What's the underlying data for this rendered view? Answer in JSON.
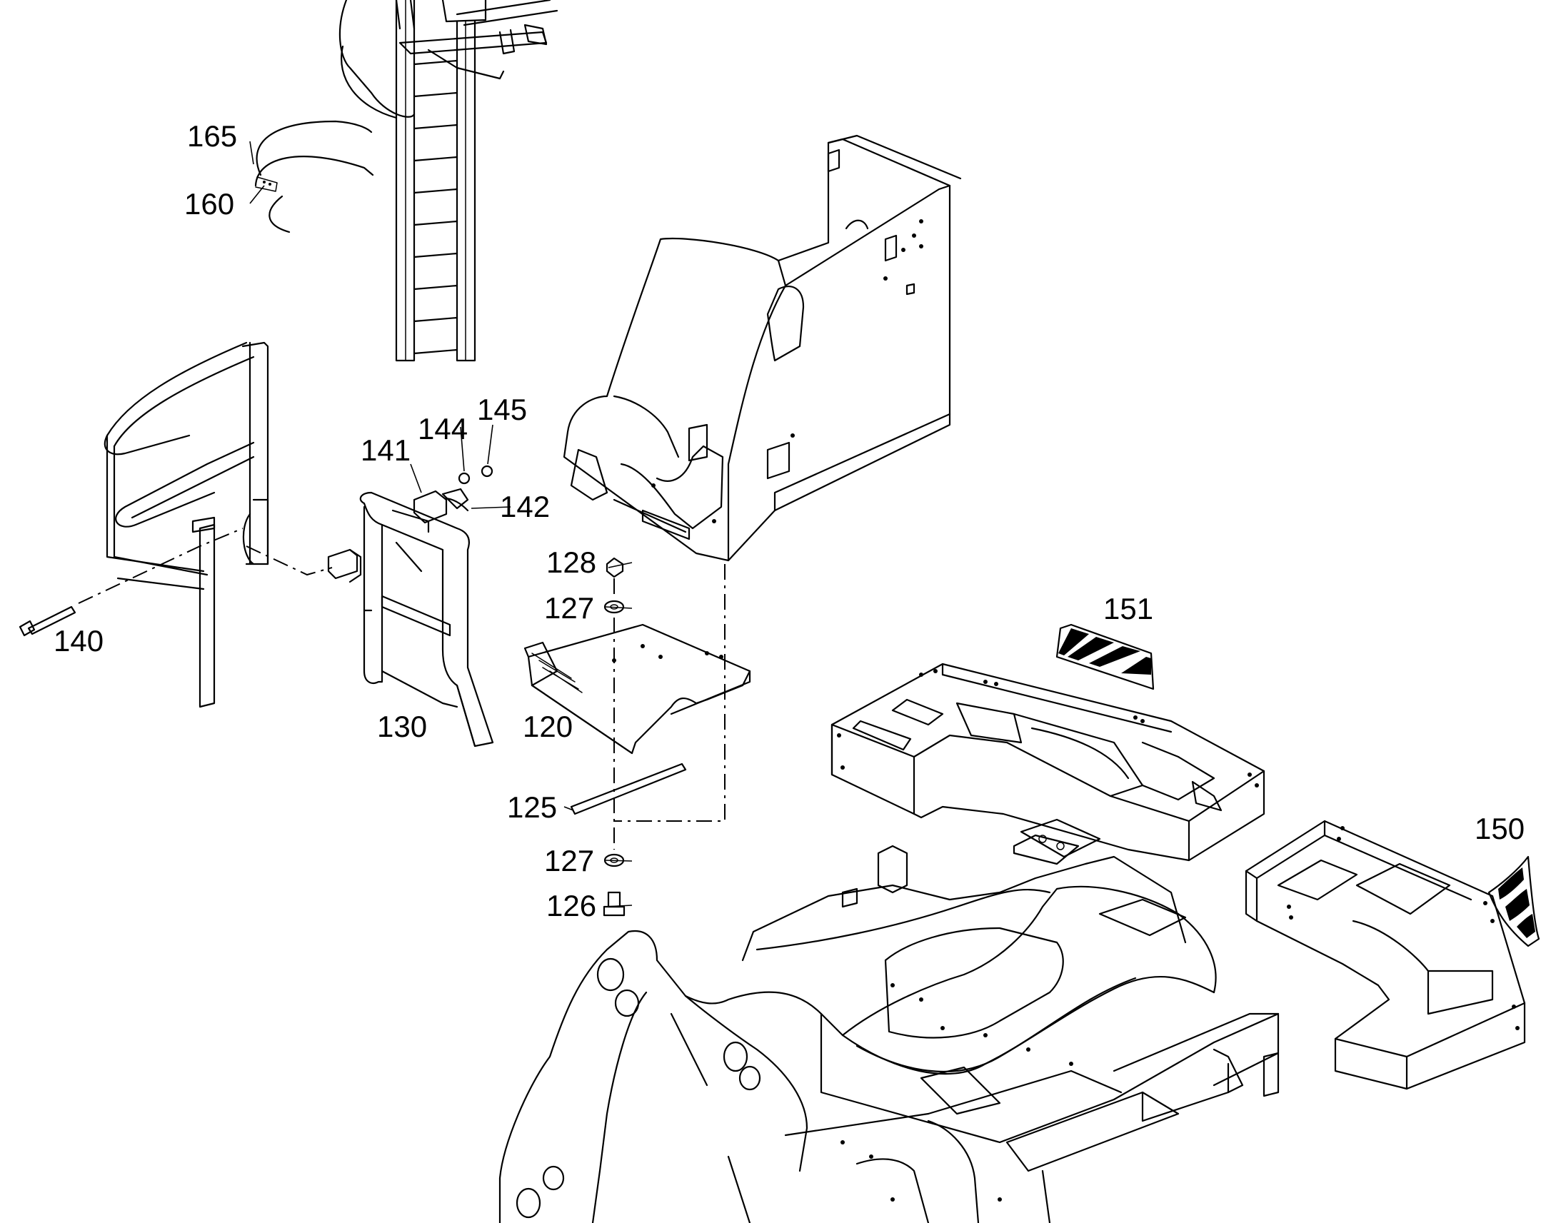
{
  "callouts": [
    {
      "id": "c165",
      "text": "165"
    },
    {
      "id": "c160",
      "text": "160"
    },
    {
      "id": "c145",
      "text": "145"
    },
    {
      "id": "c144",
      "text": "144"
    },
    {
      "id": "c141",
      "text": "141"
    },
    {
      "id": "c142",
      "text": "142"
    },
    {
      "id": "c140",
      "text": "140"
    },
    {
      "id": "c128",
      "text": "128"
    },
    {
      "id": "c127a",
      "text": "127"
    },
    {
      "id": "c151",
      "text": "151"
    },
    {
      "id": "c130",
      "text": "130"
    },
    {
      "id": "c120",
      "text": "120"
    },
    {
      "id": "c125",
      "text": "125"
    },
    {
      "id": "c150",
      "text": "150"
    },
    {
      "id": "c127b",
      "text": "127"
    },
    {
      "id": "c126",
      "text": "126"
    }
  ],
  "parts": [
    {
      "name": "ladder",
      "icon": "ladder-icon"
    },
    {
      "name": "cab-mount-seat",
      "icon": "cab-mount-icon"
    },
    {
      "name": "handrail",
      "icon": "handrail-icon"
    },
    {
      "name": "guard-frame",
      "icon": "guard-frame-icon"
    },
    {
      "name": "mounting-plate",
      "icon": "plate-icon"
    },
    {
      "name": "counterweight-frame-front",
      "icon": "frame-icon"
    },
    {
      "name": "counterweight-frame-rear",
      "icon": "frame-icon"
    },
    {
      "name": "main-chassis-frame",
      "icon": "chassis-icon"
    },
    {
      "name": "warning-decal-151",
      "icon": "hazard-stripe-icon"
    },
    {
      "name": "warning-decal-150",
      "icon": "hazard-stripe-icon"
    }
  ],
  "colors": {
    "line": "#000000",
    "background": "#ffffff"
  }
}
